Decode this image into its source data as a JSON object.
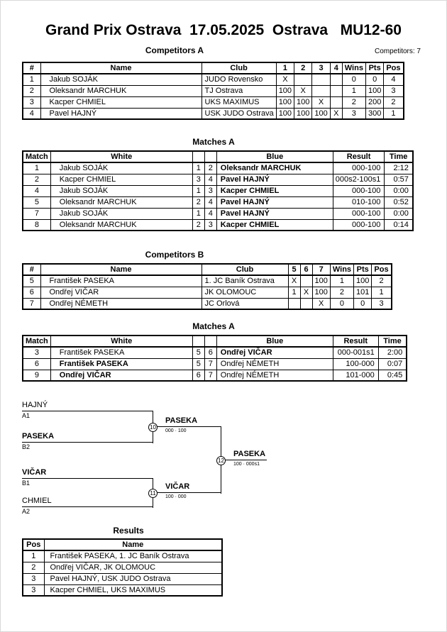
{
  "header": {
    "title": "Grand Prix Ostrava  17.05.2025  Ostrava   MU12-60",
    "competitors_count": "Competitors: 7"
  },
  "competitors_a": {
    "heading": "Competitors A",
    "columns": {
      "num": "#",
      "name": "Name",
      "club": "Club",
      "m1": "1",
      "m2": "2",
      "m3": "3",
      "m4": "4",
      "wins": "Wins",
      "pts": "Pts",
      "pos": "Pos"
    },
    "rows": [
      {
        "num": "1",
        "name": "Jakub SOJÁK",
        "club": "JUDO Rovensko",
        "m1": "X",
        "m2": "",
        "m3": "",
        "m4": "",
        "wins": "0",
        "pts": "0",
        "pos": "4"
      },
      {
        "num": "2",
        "name": "Oleksandr MARCHUK",
        "club": "TJ Ostrava",
        "m1": "100",
        "m2": "X",
        "m3": "",
        "m4": "",
        "wins": "1",
        "pts": "100",
        "pos": "3"
      },
      {
        "num": "3",
        "name": "Kacper CHMIEL",
        "club": "UKS MAXIMUS",
        "m1": "100",
        "m2": "100",
        "m3": "X",
        "m4": "",
        "wins": "2",
        "pts": "200",
        "pos": "2"
      },
      {
        "num": "4",
        "name": "Pavel HAJNÝ",
        "club": "USK JUDO Ostrava",
        "m1": "100",
        "m2": "100",
        "m3": "100",
        "m4": "X",
        "wins": "3",
        "pts": "300",
        "pos": "1"
      }
    ]
  },
  "matches_a": {
    "heading": "Matches A",
    "columns": {
      "match": "Match",
      "white": "White",
      "blue": "Blue",
      "result": "Result",
      "time": "Time"
    },
    "rows": [
      {
        "match": "1",
        "white": "Jakub SOJÁK",
        "white_num": "1",
        "blue_num": "2",
        "blue": "Oleksandr MARCHUK",
        "result": "000-100",
        "time": "2:12"
      },
      {
        "match": "2",
        "white": "Kacper CHMIEL",
        "white_num": "3",
        "blue_num": "4",
        "blue": "Pavel HAJNÝ",
        "result": "000s2-100s1",
        "time": "0:57"
      },
      {
        "match": "4",
        "white": "Jakub SOJÁK",
        "white_num": "1",
        "blue_num": "3",
        "blue": "Kacper CHMIEL",
        "result": "000-100",
        "time": "0:00"
      },
      {
        "match": "5",
        "white": "Oleksandr MARCHUK",
        "white_num": "2",
        "blue_num": "4",
        "blue": "Pavel HAJNÝ",
        "result": "010-100",
        "time": "0:52"
      },
      {
        "match": "7",
        "white": "Jakub SOJÁK",
        "white_num": "1",
        "blue_num": "4",
        "blue": "Pavel HAJNÝ",
        "result": "000-100",
        "time": "0:00"
      },
      {
        "match": "8",
        "white": "Oleksandr MARCHUK",
        "white_num": "2",
        "blue_num": "3",
        "blue": "Kacper CHMIEL",
        "result": "000-100",
        "time": "0:14"
      }
    ]
  },
  "competitors_b": {
    "heading": "Competitors B",
    "columns": {
      "num": "#",
      "name": "Name",
      "club": "Club",
      "m5": "5",
      "m6": "6",
      "m7": "7",
      "wins": "Wins",
      "pts": "Pts",
      "pos": "Pos"
    },
    "rows": [
      {
        "num": "5",
        "name": "František PASEKA",
        "club": "1. JC Baník Ostrava",
        "m5": "X",
        "m6": "",
        "m7": "100",
        "wins": "1",
        "pts": "100",
        "pos": "2"
      },
      {
        "num": "6",
        "name": "Ondřej VIČAR",
        "club": "JK OLOMOUC",
        "m5": "1",
        "m6": "X",
        "m7": "100",
        "wins": "2",
        "pts": "101",
        "pos": "1"
      },
      {
        "num": "7",
        "name": "Ondřej NÉMETH",
        "club": "JC Orlová",
        "m5": "",
        "m6": "",
        "m7": "X",
        "wins": "0",
        "pts": "0",
        "pos": "3"
      }
    ]
  },
  "matches_b": {
    "heading": "Matches A",
    "columns": {
      "match": "Match",
      "white": "White",
      "blue": "Blue",
      "result": "Result",
      "time": "Time"
    },
    "rows": [
      {
        "match": "3",
        "white": "František PASEKA",
        "white_num": "5",
        "blue_num": "6",
        "blue": "Ondřej VIČAR",
        "result": "000-001s1",
        "time": "2:00"
      },
      {
        "match": "6",
        "white": "František PASEKA",
        "white_num": "5",
        "blue_num": "7",
        "blue": "Ondřej NÉMETH",
        "result": "100-000",
        "time": "0:07"
      },
      {
        "match": "9",
        "white": "Ondřej VIČAR",
        "white_num": "6",
        "blue_num": "7",
        "blue": "Ondřej NÉMETH",
        "result": "101-000",
        "time": "0:45"
      }
    ]
  },
  "bracket": {
    "slot1": {
      "name": "HAJNÝ",
      "seed": "A1"
    },
    "slot2": {
      "name": "PASEKA",
      "seed": "B2"
    },
    "slot3": {
      "name": "VIČAR",
      "seed": "B1"
    },
    "slot4": {
      "name": "CHMIEL",
      "seed": "A2"
    },
    "semi1": {
      "number": "10",
      "winner": "PASEKA",
      "score": "000 · 100"
    },
    "semi2": {
      "number": "11",
      "winner": "VIČAR",
      "score": "100 · 000"
    },
    "final": {
      "number": "12",
      "winner": "PASEKA",
      "score": "100 · 000s1"
    }
  },
  "results": {
    "heading": "Results",
    "columns": {
      "pos": "Pos",
      "name": "Name"
    },
    "rows": [
      {
        "pos": "1",
        "name": "František PASEKA, 1. JC Baník Ostrava"
      },
      {
        "pos": "2",
        "name": "Ondřej VIČAR, JK OLOMOUC"
      },
      {
        "pos": "3",
        "name": "Pavel HAJNÝ, USK JUDO Ostrava"
      },
      {
        "pos": "3",
        "name": "Kacper CHMIEL, UKS MAXIMUS"
      }
    ]
  }
}
